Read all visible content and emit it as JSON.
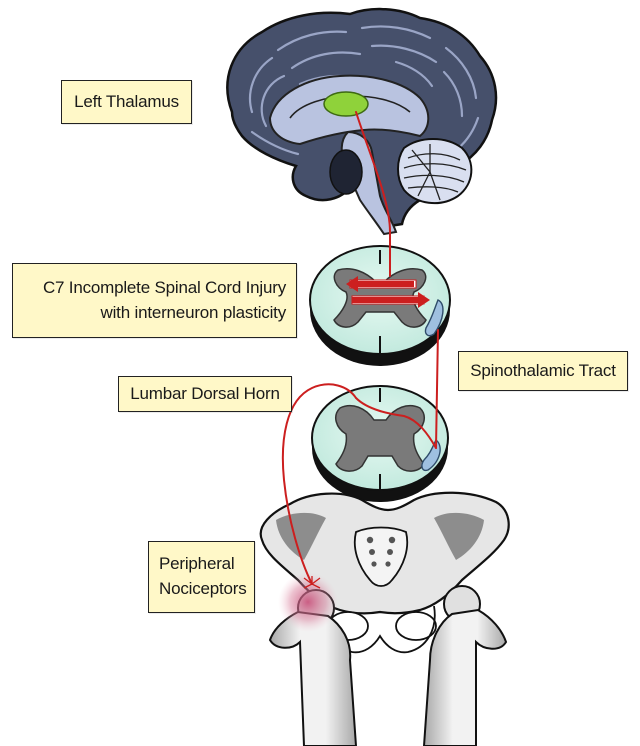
{
  "labels": {
    "left_thalamus": "Left Thalamus",
    "sci_line1": "C7 Incomplete Spinal Cord Injury",
    "sci_line2": "with interneuron plasticity",
    "lumbar_dorsal_horn": "Lumbar Dorsal Horn",
    "spinothalamic_tract": "Spinothalamic Tract",
    "nociceptors_line1": "Peripheral",
    "nociceptors_line2": "Nociceptors"
  },
  "colors": {
    "label_fill": "#fff8c8",
    "brain_dark": "#3d4660",
    "brain_light": "#b9c3e0",
    "thalamus": "#8fd23a",
    "cord_white_matter": "#d6f3ea",
    "cord_grey_matter": "#7a7a7a",
    "pathway": "#cc1f1f",
    "bone": "#e9e9e9",
    "inflammation": "#c8507a"
  }
}
